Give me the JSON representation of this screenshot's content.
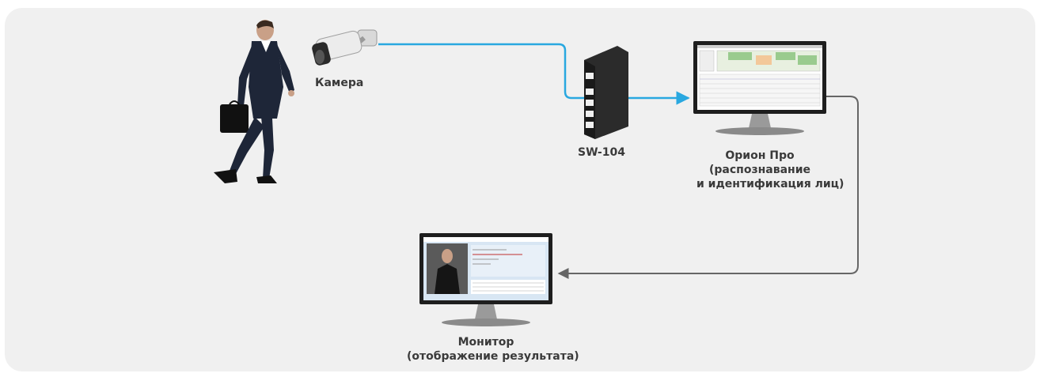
{
  "nodes": {
    "camera": {
      "label": "Камера"
    },
    "switch": {
      "label": "SW-104"
    },
    "server": {
      "label_line1": "Орион Про",
      "label_line2": "(распознавание",
      "label_line3": "и идентификация лиц)"
    },
    "monitor": {
      "label_line1": "Монитор",
      "label_line2": "(отображение результата)"
    }
  },
  "colors": {
    "background_panel": "#f0f0f0",
    "network_link": "#29a8e0",
    "video_link": "#666666",
    "label_text": "#3a3a3a"
  },
  "icons": [
    "person-icon",
    "camera-icon",
    "switch-icon",
    "server-monitor-icon",
    "result-monitor-icon"
  ]
}
